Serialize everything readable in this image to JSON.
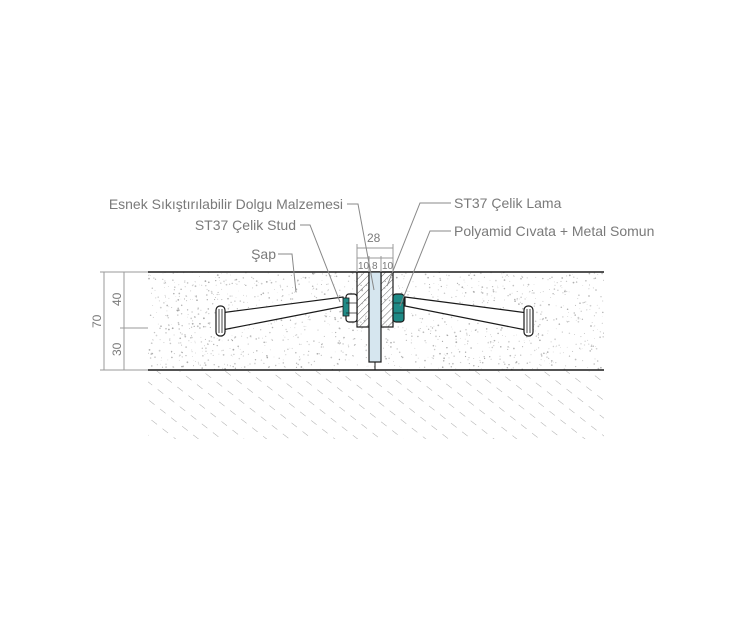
{
  "labels": {
    "filler": "Esnek Sıkıştırılabilir Dolgu Malzemesi",
    "stud": "ST37 Çelik Stud",
    "screed": "Şap",
    "plate": "ST37 Çelik Lama",
    "bolt": "Polyamid Cıvata + Metal Somun"
  },
  "dimensions": {
    "total_width": "28",
    "seg_left": "10",
    "seg_mid": "8",
    "seg_right": "10",
    "height_total": "70",
    "height_top": "40",
    "height_bottom": "30"
  },
  "colors": {
    "outline": "#1a1a1a",
    "leader": "#888888",
    "text": "#7a7a7a",
    "bolt": "#1f8a86",
    "plate_fill": "#d6e6ef",
    "screed_speckle": "#9c9c9c",
    "hatch": "#a0a0a0"
  }
}
